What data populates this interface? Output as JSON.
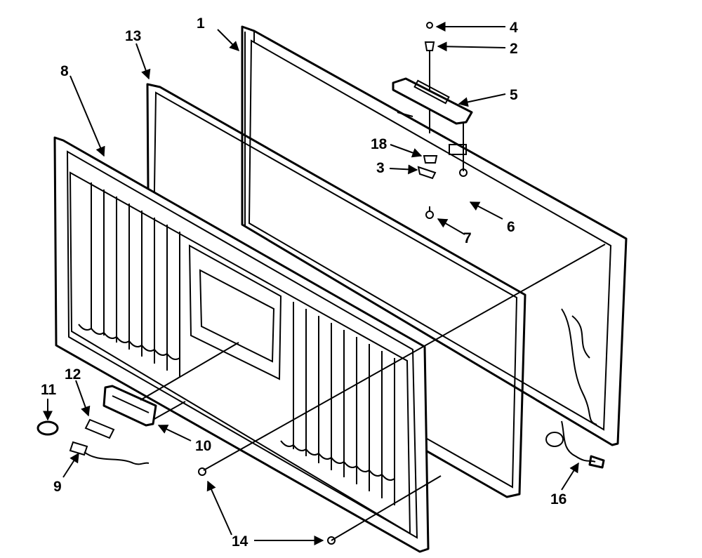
{
  "diagram": {
    "callouts": [
      "1",
      "2",
      "3",
      "4",
      "5",
      "6",
      "7",
      "8",
      "9",
      "10",
      "11",
      "12",
      "13",
      "14",
      "16",
      "18"
    ]
  }
}
